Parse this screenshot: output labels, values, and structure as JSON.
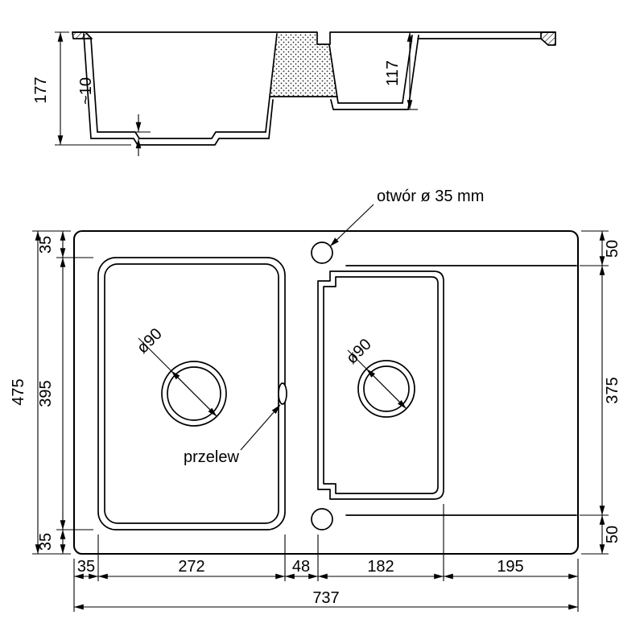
{
  "drawing": {
    "ink": "#000000",
    "background": "#ffffff",
    "section": {
      "depth_total": "177",
      "depth_step": "~10",
      "depth_right_bowl": "117"
    },
    "plan": {
      "tap_hole_callout": "otwór ø 35 mm",
      "overflow_callout": "przelew",
      "drain_left_diameter": "ø90",
      "drain_right_diameter": "ø90",
      "height_total": "475",
      "left_chain": [
        "35",
        "395",
        "35"
      ],
      "right_chain": [
        "50",
        "375",
        "50"
      ],
      "bottom_chain": [
        "35",
        "272",
        "48",
        "182",
        "195"
      ],
      "width_total": "737"
    }
  }
}
